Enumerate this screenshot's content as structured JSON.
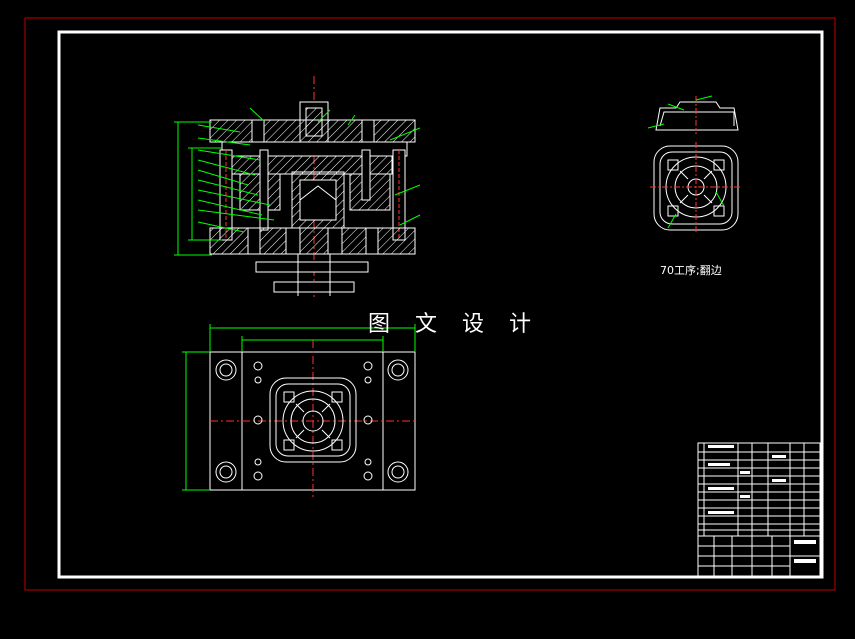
{
  "drawing": {
    "watermark": "图 文 设 计",
    "operation_label": "70工序;翻边"
  },
  "colors": {
    "background": "#000000",
    "frame": "#ffffff",
    "outer_border": "#c00000",
    "centerline": "#ff3030",
    "dimension": "#00ff00",
    "section_hatch": "#ffffff"
  },
  "title_block": {
    "rows": 16,
    "columns": 6
  }
}
